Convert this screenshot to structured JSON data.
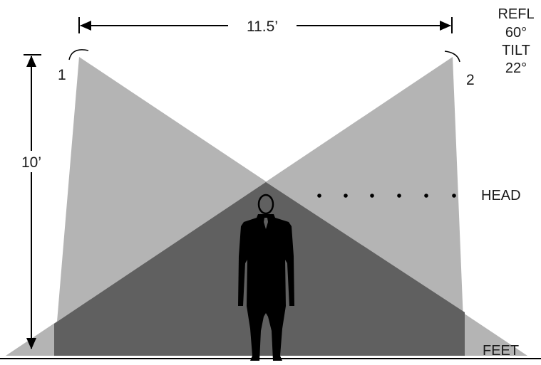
{
  "dimensions": {
    "width_label": "11.5’",
    "height_label": "10’"
  },
  "fixtures": {
    "left_label": "1",
    "right_label": "2"
  },
  "settings": {
    "line1": "REFL",
    "line2": "60°",
    "line3": "TILT",
    "line4": "22°"
  },
  "levels": {
    "head_label": "HEAD",
    "feet_label": "FEET"
  },
  "colors": {
    "beam_light": "#b4b4b4",
    "beam_overlap": "#7f7f7f",
    "beam_dark": "#606060",
    "figure": "#000000",
    "lines": "#000000"
  }
}
